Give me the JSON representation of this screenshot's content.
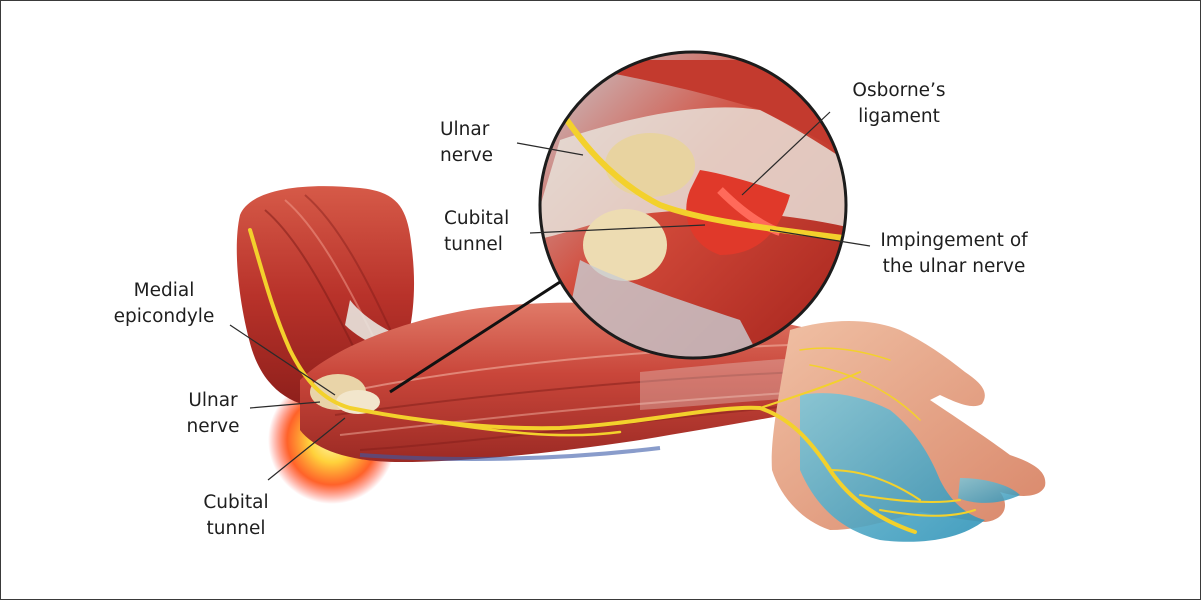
{
  "diagram": {
    "labels": {
      "medial_epicondyle": [
        "Medial",
        "epicondyle"
      ],
      "ulnar_nerve_main": [
        "Ulnar",
        "nerve"
      ],
      "cubital_tunnel_main": [
        "Cubital",
        "tunnel"
      ],
      "ulnar_nerve_inset": [
        "Ulnar",
        "nerve"
      ],
      "cubital_tunnel_inset": [
        "Cubital",
        "tunnel"
      ],
      "osbornes_ligament": [
        "Osborne’s",
        "ligament"
      ],
      "impingement": [
        "Impingement of",
        "the ulnar nerve"
      ]
    }
  }
}
